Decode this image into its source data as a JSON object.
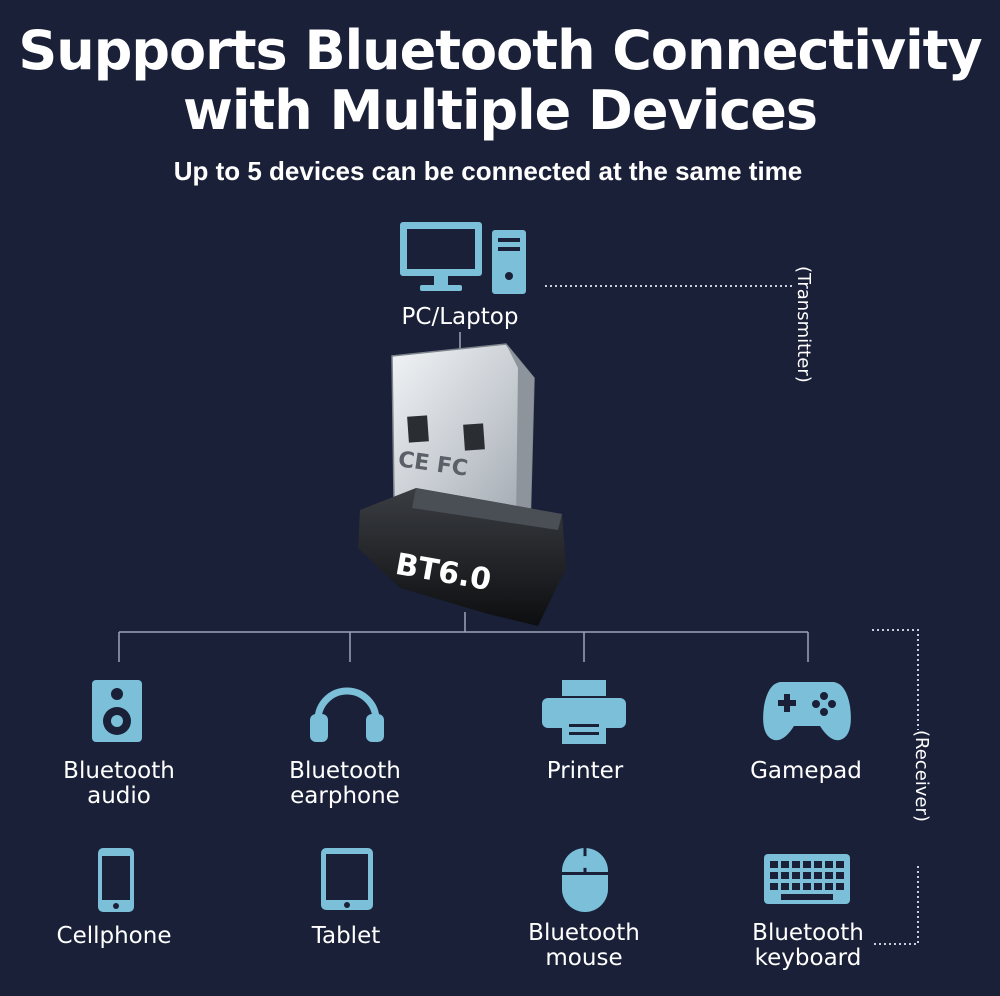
{
  "header": {
    "title_line1": "Supports Bluetooth Connectivity",
    "title_line2": "with Multiple Devices",
    "subtitle": "Up to 5 devices can be connected at the same time"
  },
  "transmitter": {
    "label": "PC/Laptop",
    "role_label": "(Transmitter)",
    "icon": "pc-icon"
  },
  "adapter": {
    "model_label": "BT6.0",
    "cert_marks": "CE FC"
  },
  "receiver": {
    "role_label": "(Receiver)"
  },
  "devices": [
    {
      "line1": "Bluetooth",
      "line2": "audio",
      "icon": "speaker-icon"
    },
    {
      "line1": "Bluetooth",
      "line2": "earphone",
      "icon": "headphones-icon"
    },
    {
      "line1": "Printer",
      "line2": "",
      "icon": "printer-icon"
    },
    {
      "line1": "Gamepad",
      "line2": "",
      "icon": "gamepad-icon"
    },
    {
      "line1": "Cellphone",
      "line2": "",
      "icon": "cellphone-icon"
    },
    {
      "line1": "Tablet",
      "line2": "",
      "icon": "tablet-icon"
    },
    {
      "line1": "Bluetooth",
      "line2": "mouse",
      "icon": "mouse-icon"
    },
    {
      "line1": "Bluetooth",
      "line2": "keyboard",
      "icon": "keyboard-icon"
    }
  ],
  "colors": {
    "background": "#1a2038",
    "icon": "#7bbfd9",
    "text": "#ffffff",
    "connector": "#9aa4b8"
  }
}
